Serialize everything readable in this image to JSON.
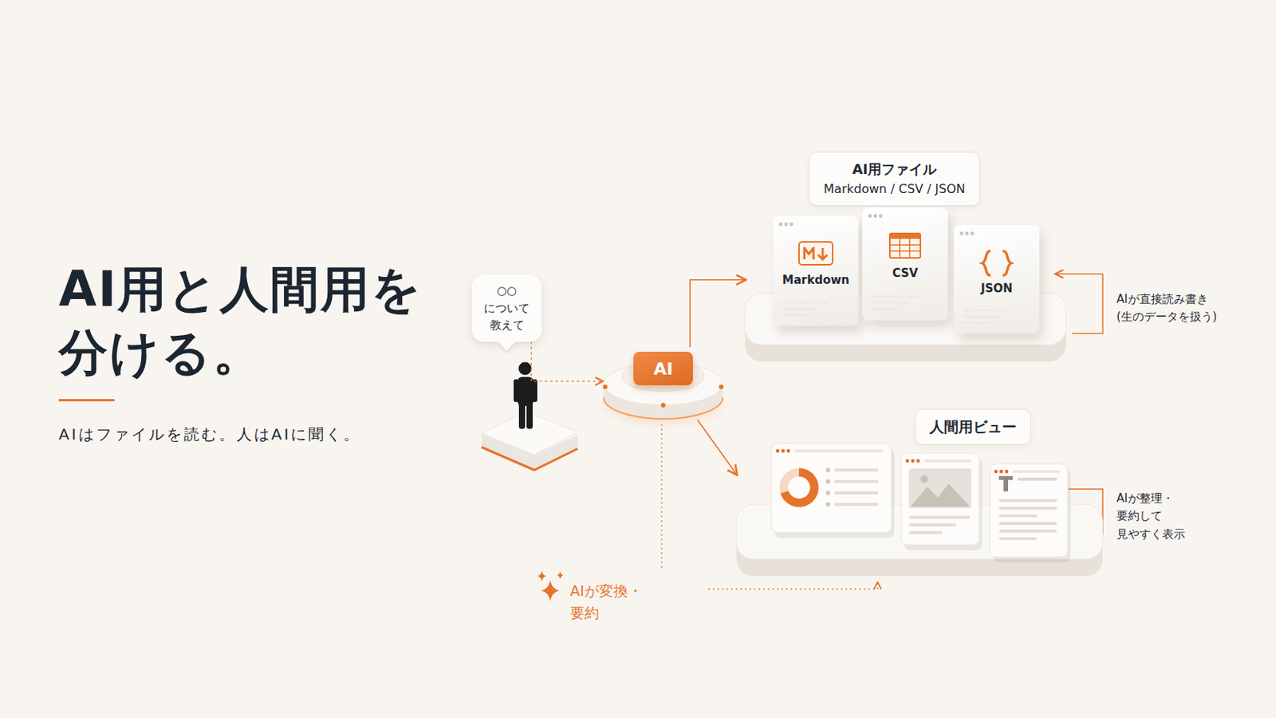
{
  "diagram": {
    "title": "AI用と人間用を 分ける。",
    "caption": "AIはファイルを読む。人はAIに聞く。",
    "nodes": [
      {
        "text": [
          "○○について 教えて"
        ]
      },
      {
        "text": [
          "AI"
        ]
      },
      {
        "text": [
          "AI用ファイル",
          "Markdown / CSV / JSON"
        ]
      },
      {
        "text": [
          "Markdown"
        ],
        "in": 2
      },
      {
        "text": [
          "CSV"
        ],
        "in": 2
      },
      {
        "text": [
          "JSON"
        ],
        "in": 2
      },
      {
        "text": [
          "人間用ビュー"
        ]
      }
    ],
    "edges": [
      {
        "from": 0,
        "to": 1,
        "arrow": "to"
      },
      {
        "from": 1,
        "to": 2,
        "arrow": "to"
      },
      {
        "from": 1,
        "to": 6,
        "arrow": "to"
      }
    ],
    "labels": [
      "AIが直接読み書き (生のデータを扱う)",
      "AIが整理・要約して 見やすく表示",
      "AIが変換・要約"
    ]
  }
}
